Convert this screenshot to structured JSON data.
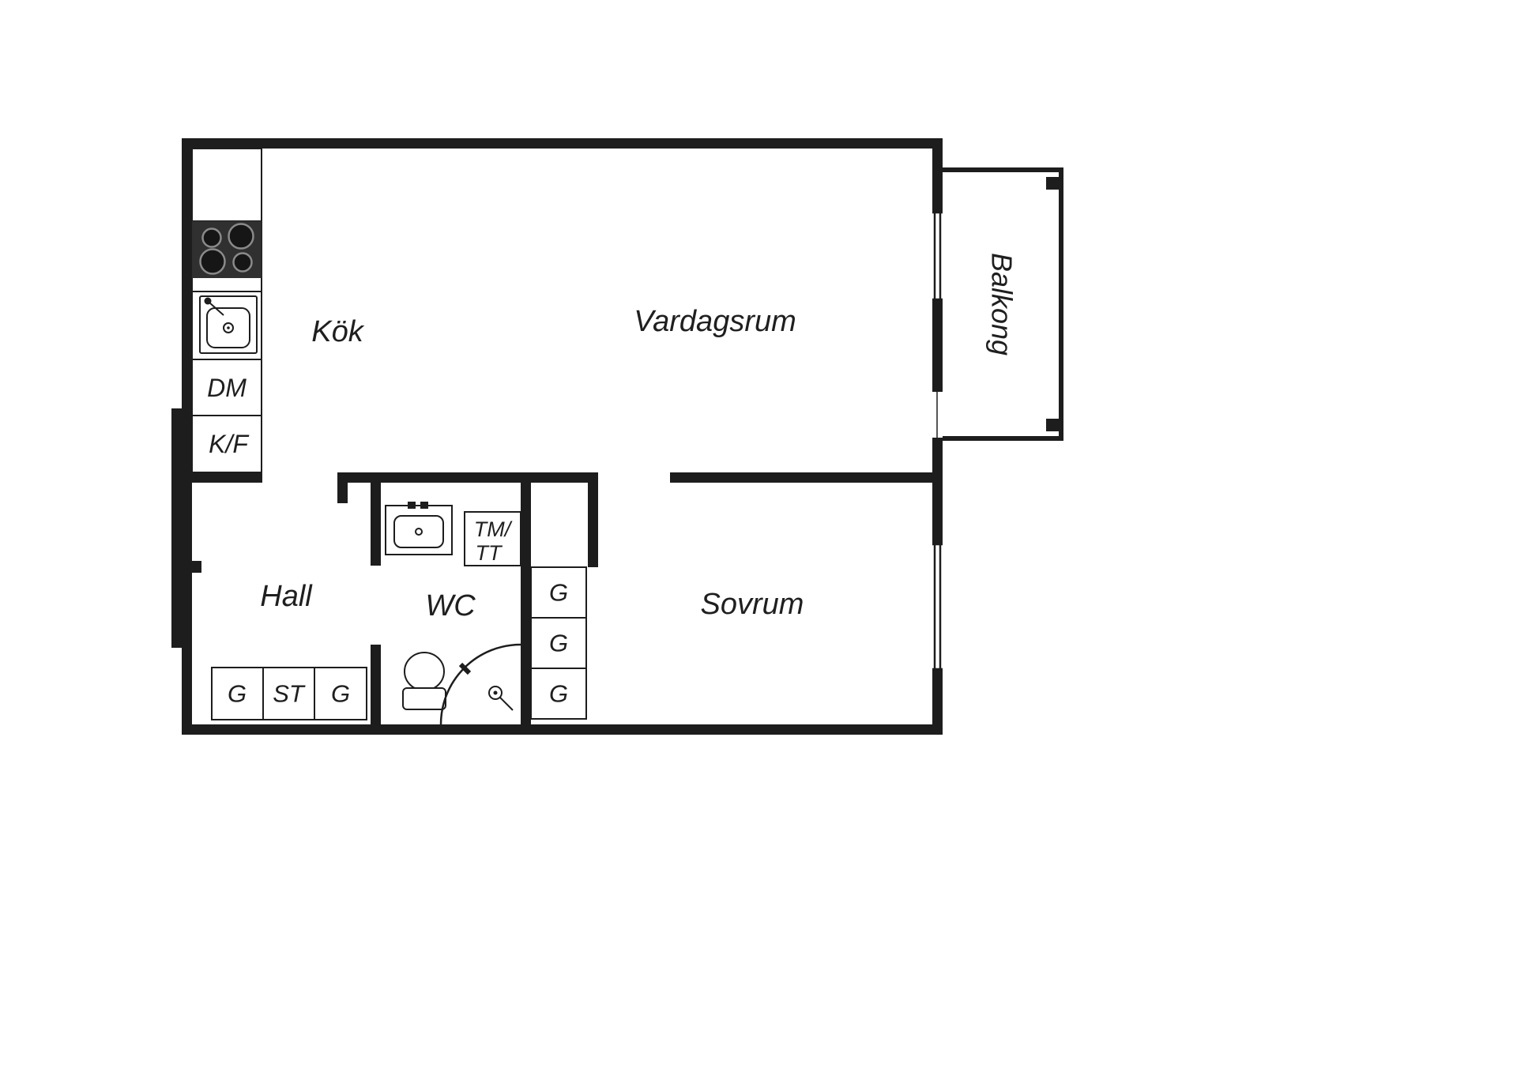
{
  "colors": {
    "wall": "#1d1d1d",
    "bg": "#ffffff",
    "text": "#1f1f1f",
    "stove": "#303030"
  },
  "rooms": {
    "kitchen": "Kök",
    "living_room": "Vardagsrum",
    "bedroom": "Sovrum",
    "hall": "Hall",
    "wc": "WC",
    "balcony": "Balkong"
  },
  "labels": {
    "dishwasher": "DM",
    "fridge_freezer": "K/F",
    "washer_line1": "TM/",
    "washer_line2": "TT"
  },
  "closets": {
    "hall_row": [
      "G",
      "ST",
      "G"
    ],
    "bedroom_column": [
      "G",
      "G",
      "G"
    ]
  }
}
